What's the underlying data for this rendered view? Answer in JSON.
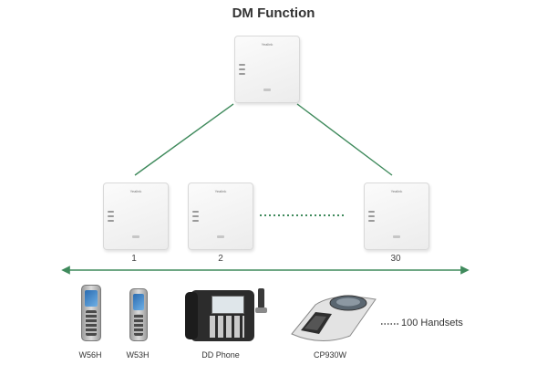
{
  "diagram": {
    "title": "DM Function",
    "bases": [
      {
        "label": "",
        "brand": "Yealink"
      },
      {
        "label": "1",
        "brand": "Yealink"
      },
      {
        "label": "2",
        "brand": "Yealink"
      },
      {
        "label": "30",
        "brand": "Yealink"
      }
    ],
    "devices": [
      {
        "label": "W56H"
      },
      {
        "label": "W53H"
      },
      {
        "label": "DD Phone"
      },
      {
        "label": "CP930W"
      }
    ],
    "handsets_note": "100 Handsets",
    "colors": {
      "connector_line": "#3f8a5c",
      "base_station": "#f2f2f2",
      "text": "#333333"
    }
  }
}
